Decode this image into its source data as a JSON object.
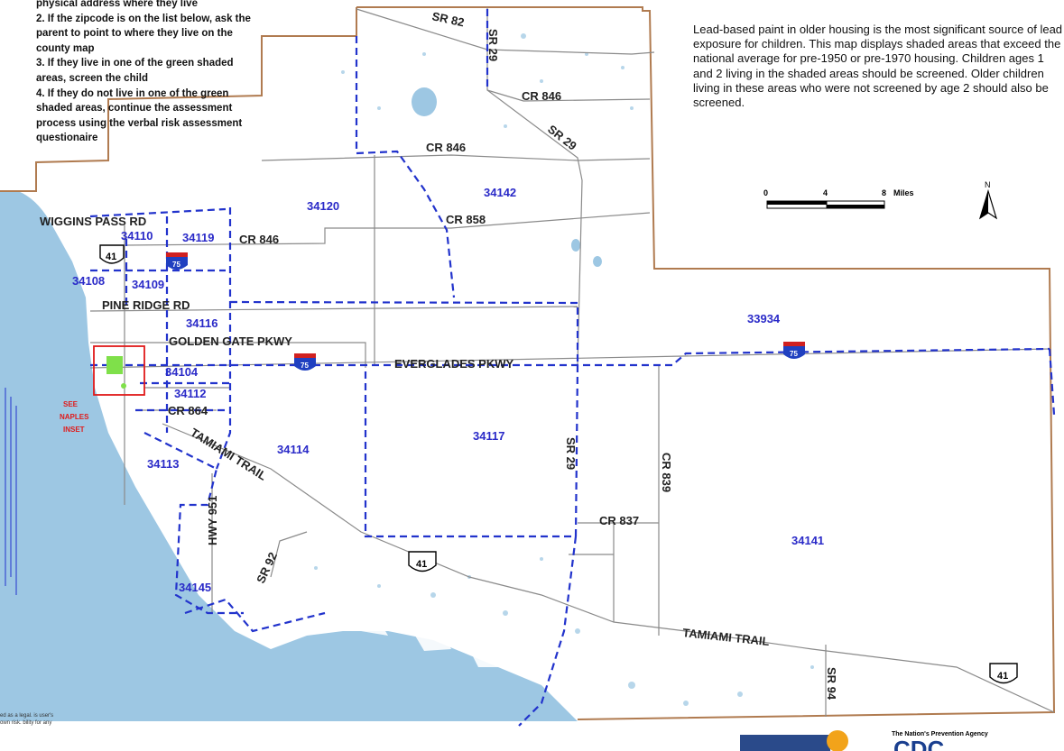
{
  "instructions": [
    "physical address where they live",
    "2. If the zipcode is on the list below, ask the parent to point to where they live on the county map",
    "3.  If they live in one of the green shaded areas, screen the child",
    "4.  If they do not live in one of the green shaded areas, continue the assessment process using the verbal risk assessment questionaire"
  ],
  "description": "Lead-based paint in older housing is the most significant source of lead exposure for children. This map displays shaded areas that exceed the national average for pre-1950 or pre-1970 housing.  Children ages 1 and 2 living in the shaded areas should be screened.  Older children living in these areas who were not screened by age 2 should also be screened.",
  "disclaimer": "ed as a legal. is user's own risk. bility for any",
  "scale_bar": {
    "ticks": [
      "0",
      "4",
      "8"
    ],
    "unit": "Miles"
  },
  "north_label": "N",
  "inset_label": [
    "SEE",
    "NAPLES",
    "INSET"
  ],
  "colors": {
    "water": "#9dc7e3",
    "boundary": "#b07b50",
    "zip_line": "#2233cc",
    "road": "#888888",
    "shaded": "#7fe04a",
    "inset": "#e01a1a"
  },
  "roads": {
    "sr82": "SR 82",
    "sr29_n": "SR 29",
    "cr846_ne": "CR 846",
    "sr29_diag": "SR 29",
    "cr846_c": "CR 846",
    "cr858": "CR 858",
    "wiggins": "WIGGINS PASS RD",
    "cr846_w": "CR 846",
    "pine_ridge": "PINE RIDGE RD",
    "golden_gate": "GOLDEN GATE PKWY",
    "everglades": "EVERGLADES PKWY",
    "cr864": "CR 864",
    "tamiami_w": "TAMIAMI TRAIL",
    "hwy951": "HWY 951",
    "sr92": "SR 92",
    "sr29_s": "SR 29",
    "cr839": "CR 839",
    "cr837": "CR 837",
    "tamiami_e": "TAMIAMI TRAIL",
    "sr94": "SR 94"
  },
  "shields": {
    "us41": "41",
    "i75": "75"
  },
  "zipcodes": {
    "z34110": "34110",
    "z34119": "34119",
    "z34120": "34120",
    "z34142": "34142",
    "z34108": "34108",
    "z34109": "34109",
    "z34116": "34116",
    "z33934": "33934",
    "z34104": "34104",
    "z34112": "34112",
    "z34114": "34114",
    "z34117": "34117",
    "z34113": "34113",
    "z34141": "34141",
    "z34145": "34145"
  },
  "footer": {
    "agency": "The Nation's Prevention Agency",
    "cdc": "CDC"
  }
}
